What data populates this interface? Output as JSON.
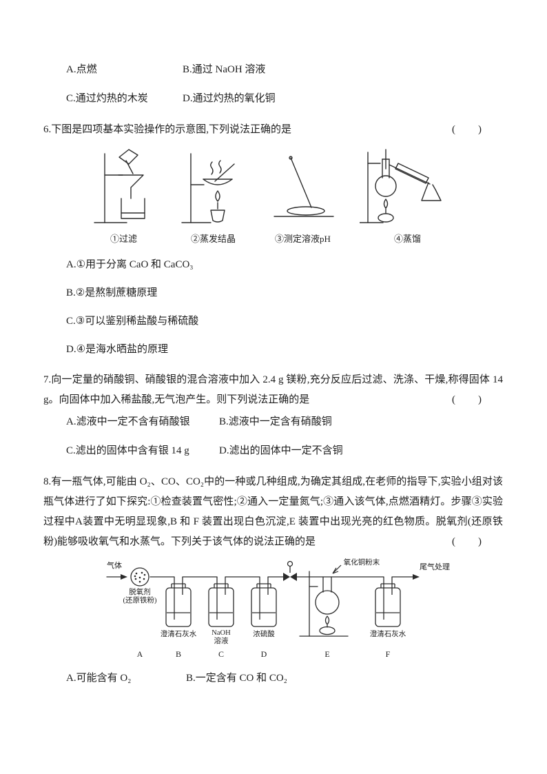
{
  "page": {
    "background": "#ffffff",
    "text_color": "#1d1d1d",
    "line_color": "#2b2b2b"
  },
  "q5_options": {
    "a": "A.点燃",
    "b": "B.通过 NaOH 溶液",
    "c": "C.通过灼热的木炭",
    "d": "D.通过灼热的氧化铜"
  },
  "q6": {
    "stem": "6.下图是四项基本实验操作的示意图,下列说法正确的是",
    "answer_bracket": "(　　)",
    "figures": [
      {
        "label": "①过滤"
      },
      {
        "label": "②蒸发结晶"
      },
      {
        "label": "③测定溶液pH"
      },
      {
        "label": "④蒸馏"
      }
    ],
    "options": {
      "a": "A.①用于分离 CaO 和 CaCO₃",
      "b": "B.②是熬制蔗糖原理",
      "c": "C.③可以鉴别稀盐酸与稀硫酸",
      "d": "D.④是海水晒盐的原理"
    }
  },
  "q7": {
    "stem": "7.向一定量的硝酸铜、硝酸银的混合溶液中加入 2.4 g 镁粉,充分反应后过滤、洗涤、干燥,称得固体 14 g。向固体中加入稀盐酸,无气泡产生。则下列说法正确的是",
    "answer_bracket": "(　　)",
    "options": {
      "a": "A.滤液中一定不含有硝酸银",
      "b": "B.滤液中一定含有硝酸铜",
      "c": "C.滤出的固体中含有银 14 g",
      "d": "D.滤出的固体中一定不含铜"
    }
  },
  "q8": {
    "stem": "8.有一瓶气体,可能由 O₂、CO、CO₂中的一种或几种组成,为确定其组成,在老师的指导下,实验小组对该瓶气体进行了如下探究:①检查装置气密性;②通入一定量氮气;③通入该气体,点燃酒精灯。步骤③实验过程中A装置中无明显现象,B 和 F 装置出现白色沉淀,E 装置中出现光亮的红色物质。脱氧剂(还原铁粉)能够吸收氧气和水蒸气。下列关于该气体的说法正确的是",
    "answer_bracket": "(　　)",
    "figure": {
      "gas_in": "气体",
      "deoxidizer_line1": "脱氧剂",
      "deoxidizer_line2": "(还原铁粉)",
      "bottle_b": "澄清石灰水",
      "bottle_c_line1": "NaOH",
      "bottle_c_line2": "溶液",
      "bottle_d": "浓硫酸",
      "cuo_powder": "氧化铜粉末",
      "bottle_f": "澄清石灰水",
      "tail_gas": "尾气处理",
      "letters": [
        "A",
        "B",
        "C",
        "D",
        "E",
        "F"
      ]
    },
    "options": {
      "a": "A.可能含有 O₂",
      "b": "B.一定含有 CO 和 CO₂"
    }
  }
}
